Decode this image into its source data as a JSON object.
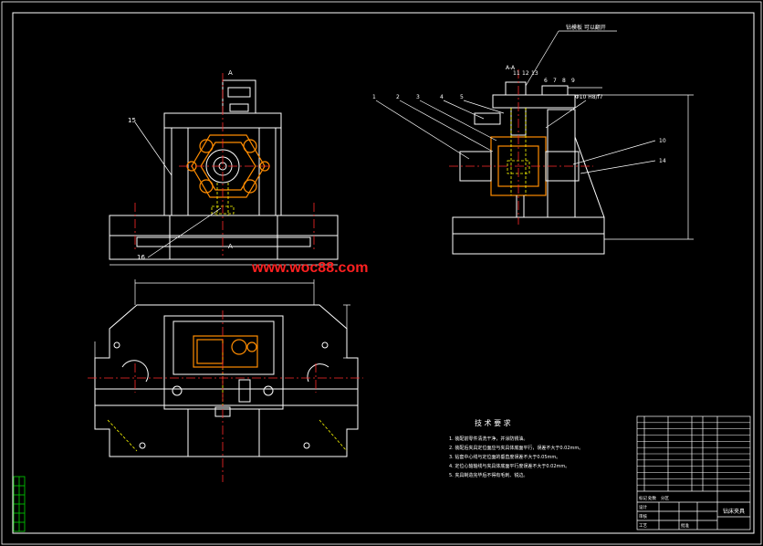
{
  "colors": {
    "background": "#000000",
    "frame": "#ffffff",
    "part": "#ffffff",
    "centerline": "#ff2a2a",
    "hidden": "#ffff00",
    "highlight": "#ff8c00",
    "leader": "#ffffff",
    "dimension": "#ffffff",
    "text": "#ffffff",
    "watermark": "#ff2020",
    "stamp": "#00c000"
  },
  "watermark": "www.woc88.com",
  "tech_requirements": {
    "title": "技 术 要 求",
    "items": [
      "1. 装配前零件清洗干净，并涂防锈油。",
      "2. 装配后夹具定位面应与夹具体底面平行，误差不大于0.02mm。",
      "3. 钻套中心线与定位面的垂直度误差不大于0.05mm。",
      "4. 定位心轴轴线与夹具体底面平行度误差不大于0.02mm。",
      "5. 夹具制造完毕后不得有毛刺、锐边。"
    ]
  },
  "views": {
    "section_label": "A-A",
    "right_note_top": "钻模板  可以翻开",
    "right_note_mid": "Φ10 H8/f7",
    "front_callouts": [
      "15",
      "16"
    ],
    "side_callouts": [
      "1",
      "2",
      "3",
      "4",
      "5",
      "6",
      "7",
      "8",
      "9",
      "10",
      "11",
      "12",
      "13",
      "14"
    ],
    "section_marks": [
      "A",
      "A"
    ]
  },
  "title_block": {
    "drawing_title": "钻床夹具",
    "bom_rows": 12,
    "footer_cells": [
      "标记",
      "处数",
      "分区",
      "设计",
      "审核",
      "工艺",
      "批准"
    ]
  }
}
